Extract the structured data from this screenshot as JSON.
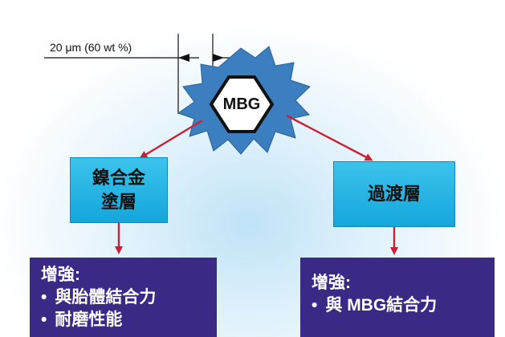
{
  "scale": {
    "label": "20 μm (60 wt %)"
  },
  "core": {
    "label": "MBG"
  },
  "left_box": {
    "line1": "鎳合金",
    "line2": "塗層"
  },
  "right_box": {
    "label": "過渡層"
  },
  "left_panel": {
    "heading": "增強:",
    "items": [
      "與胎體結合力",
      "耐磨性能"
    ]
  },
  "right_panel": {
    "heading": "增強:",
    "items": [
      "與 MBG結合力"
    ]
  },
  "colors": {
    "arrow": "#cc1f36",
    "box": "#1ab1e3",
    "panel": "#3a2a86",
    "particle": "#3c7fc1"
  }
}
